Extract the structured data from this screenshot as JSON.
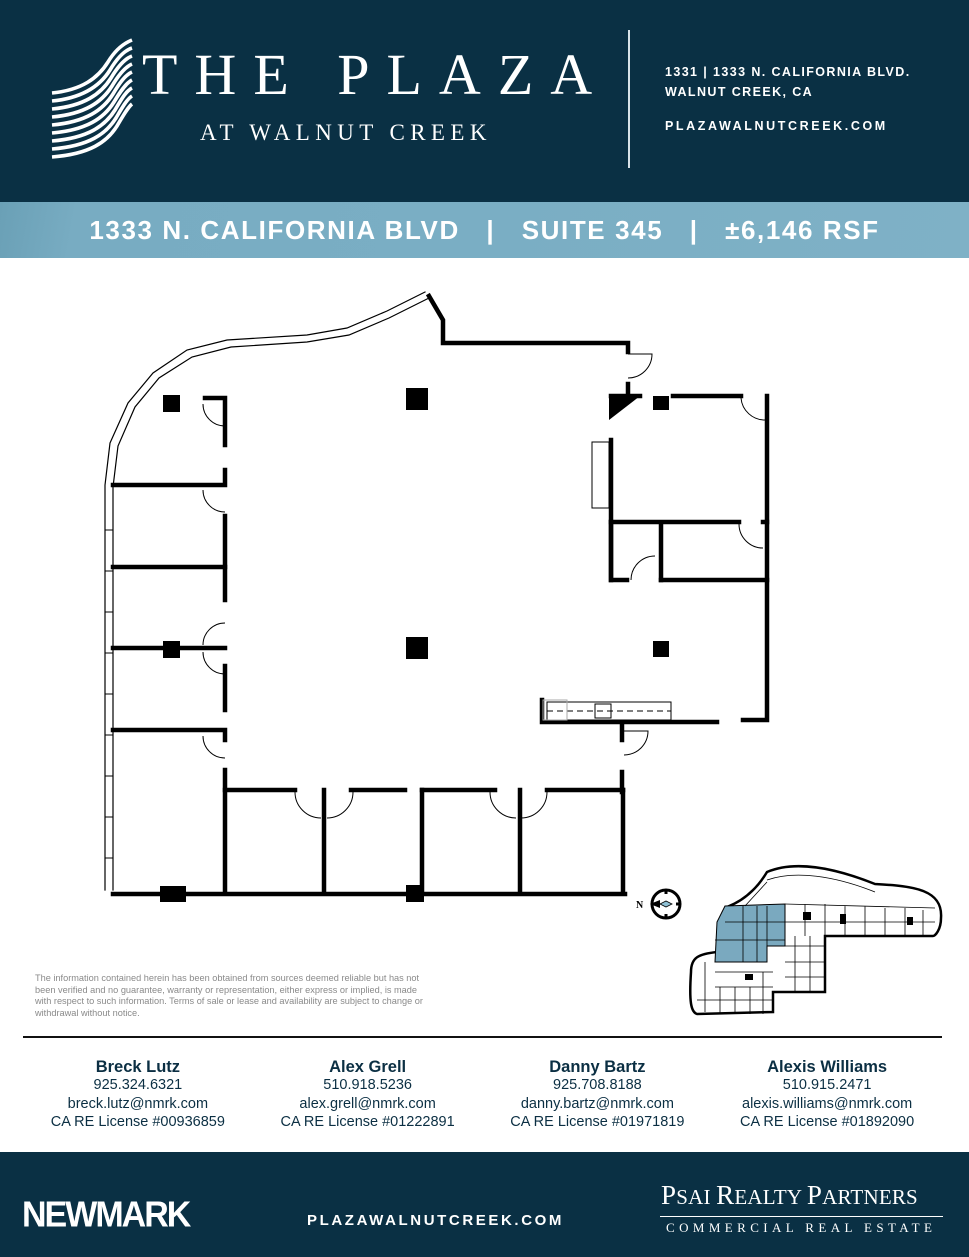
{
  "header": {
    "logo_title": "THE PLAZA",
    "logo_subtitle": "AT WALNUT CREEK",
    "address_line_1": "1331 | 1333 N. CALIFORNIA BLVD.",
    "address_line_2": "WALNUT CREEK, CA",
    "website": "PLAZAWALNUTCREEK.COM"
  },
  "banner": {
    "text": "1333 N. CALIFORNIA BLVD  |  SUITE 345  |  ±6,146 RSF",
    "address": "1333 N. CALIFORNIA BLVD",
    "suite": "SUITE 345",
    "area": "±6,146 RSF"
  },
  "floorplan": {
    "compass_label": "N",
    "icons": [
      "floor-plan-drawing",
      "key-plan-map",
      "compass-icon"
    ],
    "highlight_color": "#7aa9bf"
  },
  "disclaimer": "The information contained herein has been obtained from sources deemed reliable but has not been verified and no guarantee, warranty or representation, either express or implied, is made with respect to such information. Terms of sale or lease and availability are subject to change or withdrawal without notice.",
  "contacts": [
    {
      "name": "Breck Lutz",
      "phone": "925.324.6321",
      "email": "breck.lutz@nmrk.com",
      "license": "CA RE License #00936859"
    },
    {
      "name": "Alex Grell",
      "phone": "510.918.5236",
      "email": "alex.grell@nmrk.com",
      "license": "CA RE License #01222891"
    },
    {
      "name": "Danny Bartz",
      "phone": "925.708.8188",
      "email": "danny.bartz@nmrk.com",
      "license": "CA RE License #01971819"
    },
    {
      "name": "Alexis Williams",
      "phone": "510.915.2471",
      "email": "alexis.williams@nmrk.com",
      "license": "CA RE License #01892090"
    }
  ],
  "footer": {
    "brand_left": "NEWMARK",
    "website": "PLAZAWALNUTCREEK.COM",
    "psai_p": "P",
    "psai_sai": "SAI ",
    "psai_r": "R",
    "psai_ealty": "EALTY ",
    "psai_p2": "P",
    "psai_artners": "ARTNERS",
    "psai_subtitle": "COMMERCIAL REAL ESTATE"
  },
  "colors": {
    "navy": "#0a3044",
    "banner_blue": "#7aaec4",
    "text_dark": "#0b2f43",
    "disclaimer_gray": "#8a8a8a"
  }
}
